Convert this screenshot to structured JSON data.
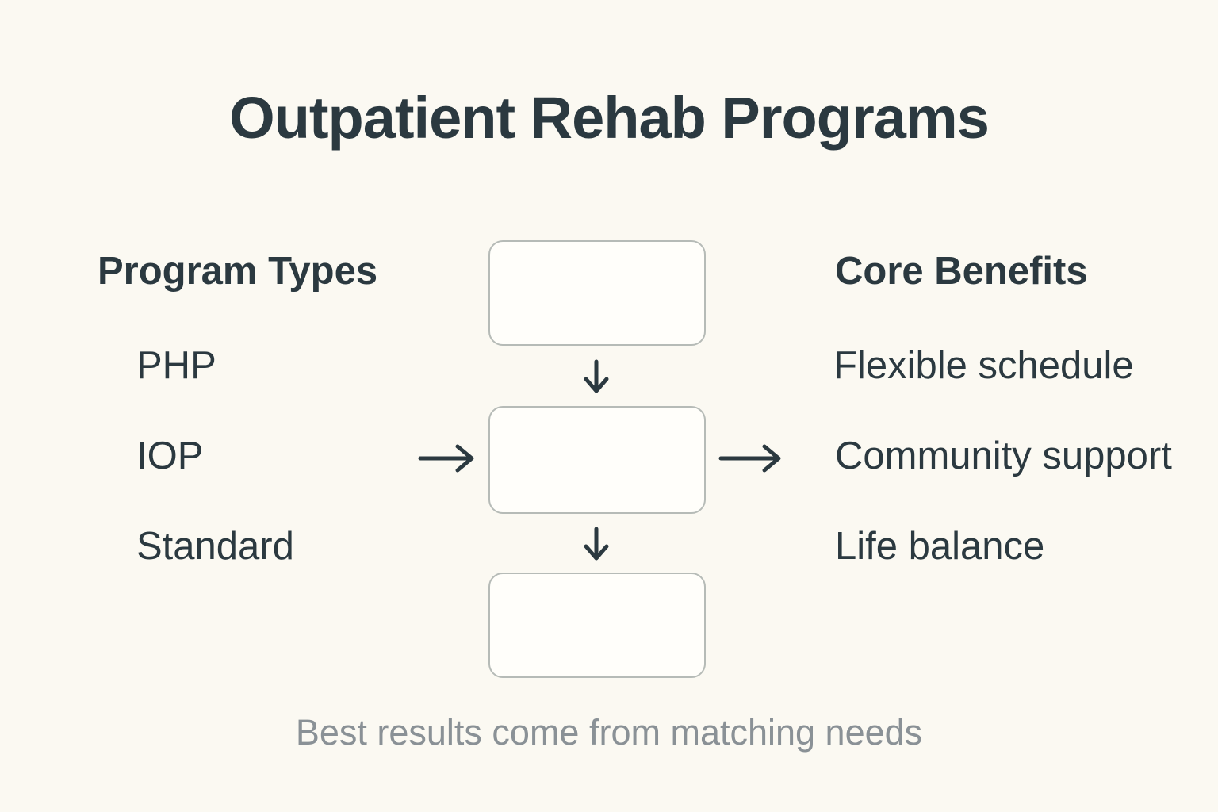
{
  "title": "Outpatient Rehab Programs",
  "left_column": {
    "header": "Program Types",
    "items": [
      "PHP",
      "IOP",
      "Standard"
    ]
  },
  "right_column": {
    "header": "Core Benefits",
    "items": [
      "Flexible schedule",
      "Community support",
      "Life balance"
    ]
  },
  "flow": {
    "boxes": [
      {
        "label": ""
      },
      {
        "label": ""
      },
      {
        "label": ""
      }
    ],
    "arrows": [
      "down-arrow-between-box-1-and-2",
      "left-arrow-into-box-2",
      "right-arrow-out-of-box-2",
      "down-arrow-between-box-2-and-3"
    ]
  },
  "caption": "Best results come from matching needs",
  "colors": {
    "background": "#fbf9f2",
    "text_dark": "#2b3940",
    "caption_gray": "#8a9196",
    "box_border": "#b6bbb7",
    "box_fill": "#fffefa"
  }
}
